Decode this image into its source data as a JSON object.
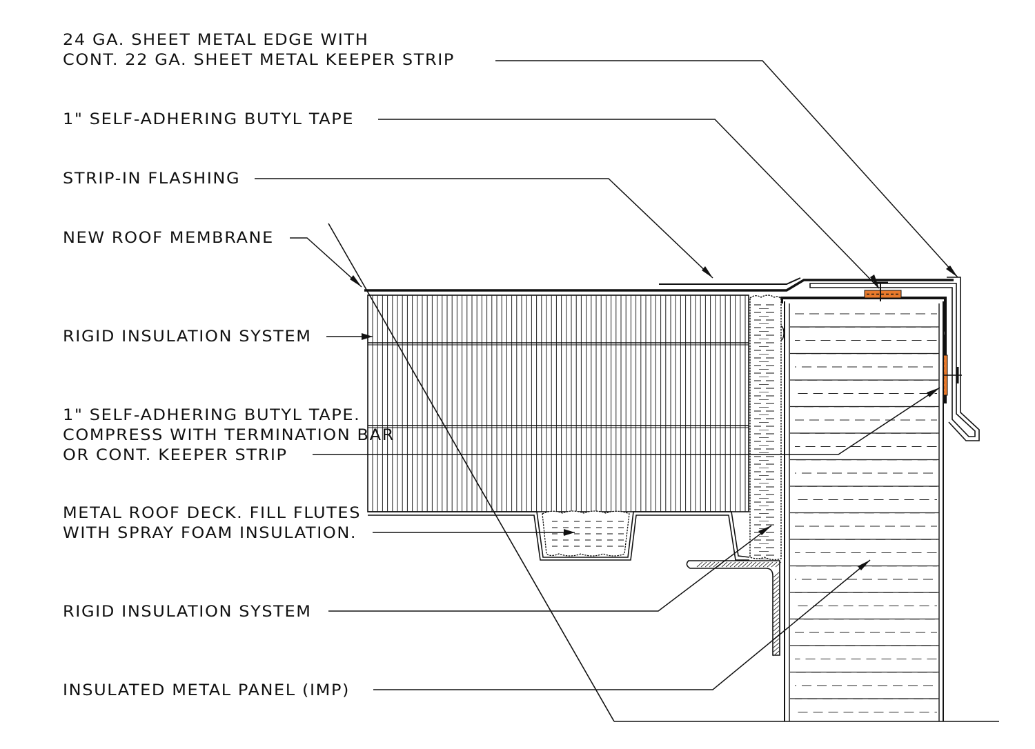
{
  "labels": {
    "sheet_metal_edge_1": "24 GA. SHEET METAL EDGE WITH",
    "sheet_metal_edge_2": "CONT. 22 GA. SHEET METAL KEEPER STRIP",
    "butyl_tape_top": "1\" SELF-ADHERING BUTYL TAPE",
    "strip_in_flashing": "STRIP-IN FLASHING",
    "new_roof_membrane": "NEW ROOF MEMBRANE",
    "rigid_insulation_upper": "RIGID INSULATION SYSTEM",
    "butyl_tape_side_1": "1\" SELF-ADHERING BUTYL TAPE.",
    "butyl_tape_side_2": "COMPRESS WITH TERMINATION BAR",
    "butyl_tape_side_3": "OR CONT. KEEPER STRIP",
    "metal_roof_deck_1": "METAL ROOF DECK.  FILL FLUTES",
    "metal_roof_deck_2": "WITH SPRAY FOAM INSULATION.",
    "rigid_insulation_lower": "RIGID INSULATION SYSTEM",
    "insulated_metal_panel": "INSULATED METAL PANEL (IMP)"
  },
  "colors": {
    "line": "#111111",
    "butyl_tape": "#e87a2c"
  }
}
